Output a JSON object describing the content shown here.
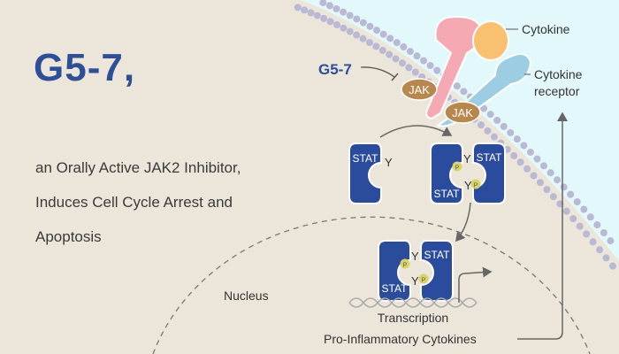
{
  "title": "G5-7,",
  "subtitle_lines": [
    "an Orally Active JAK2 Inhibitor,",
    "Induces Cell Cycle Arrest and",
    "Apoptosis"
  ],
  "diagram": {
    "inhibitor": "G5-7",
    "jak": "JAK",
    "cytokine": "Cytokine",
    "receptor_line1": "Cytokine",
    "receptor_line2": "receptor",
    "stat": "STAT",
    "tyrosine": "Y",
    "phosphate": "P",
    "nucleus": "Nucleus",
    "transcription": "Transcription",
    "output": "Pro-Inflammatory Cytokines"
  },
  "colors": {
    "title": "#2d4f98",
    "stat": "#2b4c9c",
    "jak": "#b8874e",
    "cytokine": "#f8c070",
    "receptor_pink": "#f4a9b3",
    "receptor_blue": "#9ccde3",
    "extracellular": "#e2f8fb",
    "cytoplasm": "#ece5da"
  }
}
